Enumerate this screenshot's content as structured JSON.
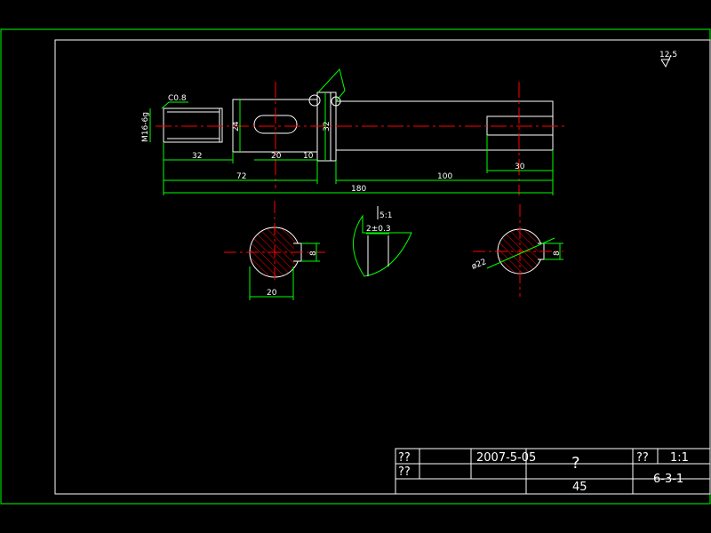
{
  "colors": {
    "background": "#000000",
    "outline": "#ffffff",
    "dimension": "#00ff00",
    "centerline": "#ff0000",
    "hatch": "#ff0000"
  },
  "surface_finish": "12.5",
  "chamfer": "C0.8",
  "thread": "M16-6g",
  "dims": {
    "d24": "24",
    "d32": "32",
    "d32b": "32",
    "d20": "20",
    "d10": "10",
    "d72": "72",
    "d100": "100",
    "d30": "30",
    "d180": "180"
  },
  "sections": {
    "left_width": "20",
    "left_key": "8",
    "detail_scale": "5:1",
    "detail_dim": "2±0.3",
    "right_key": "8",
    "right_dia": "ø22"
  },
  "title_block": {
    "r1c1": "??",
    "r2c1": "??",
    "date": "2007-5-05",
    "name": "?",
    "material": "45",
    "r1c5": "??",
    "scale": "1:1",
    "code": "6-3-1"
  }
}
